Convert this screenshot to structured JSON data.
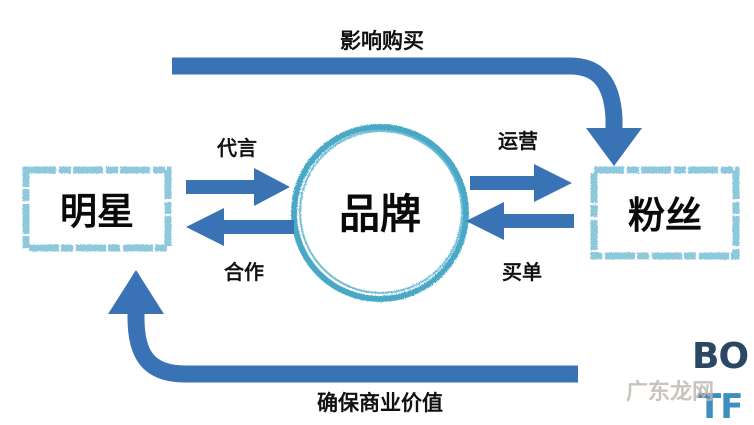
{
  "nodes": {
    "star": "明星",
    "brand": "品牌",
    "fans": "粉丝"
  },
  "edges": {
    "top": "影响购买",
    "bottom": "确保商业价值",
    "endorse": "代言",
    "cooperate": "合作",
    "operate": "运营",
    "buy": "买单"
  },
  "watermark": {
    "logo_top": "BO",
    "logo_bottom": "TF",
    "site": "广东龙网"
  },
  "colors": {
    "arrow": "#3a73b5",
    "box_border": "#8ec8dc",
    "circle": "#4aa8c6"
  }
}
